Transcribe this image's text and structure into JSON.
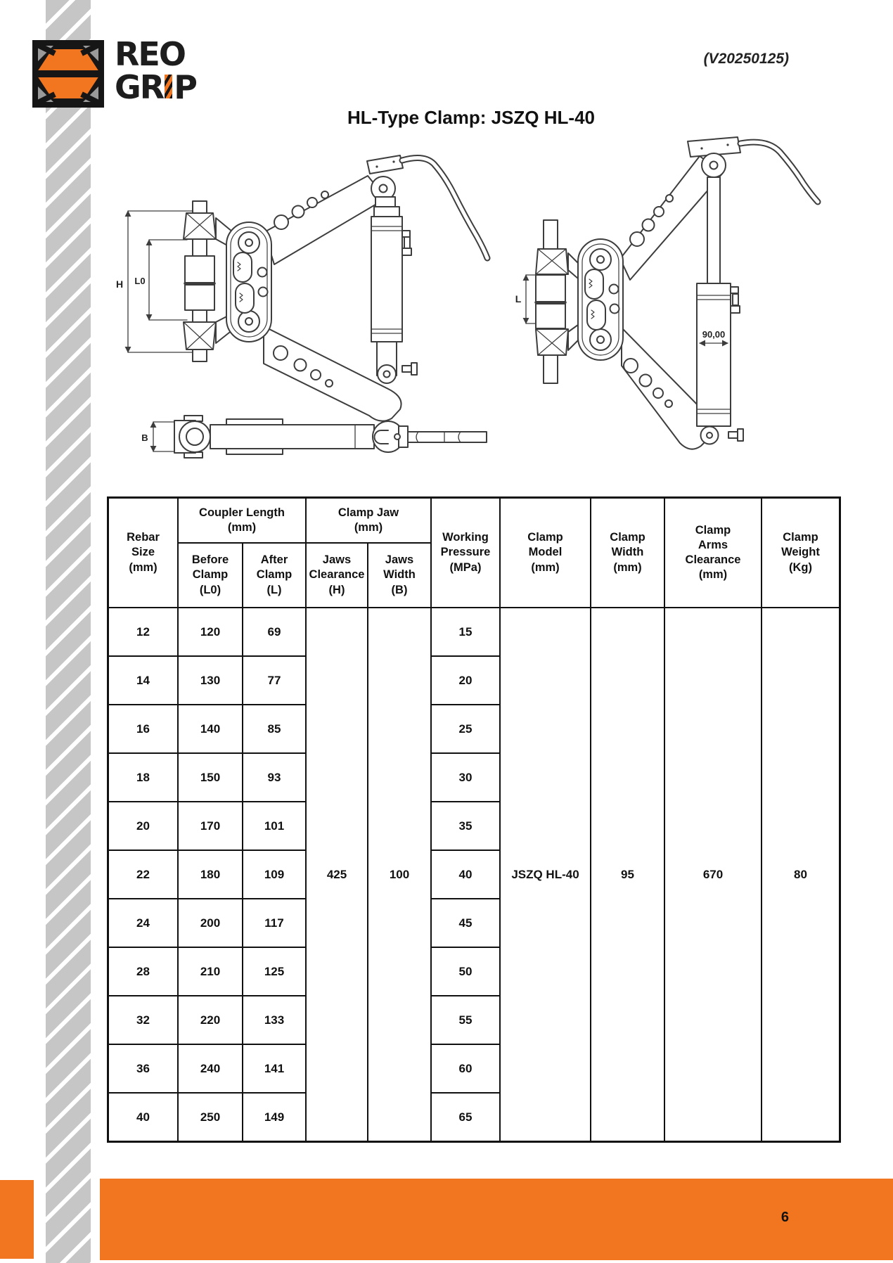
{
  "page": {
    "version": "(V20250125)",
    "title": "HL-Type Clamp: JSZQ HL-40",
    "page_number": "6"
  },
  "logo": {
    "line1": "REO",
    "line2_gr": "GR",
    "line2_i": "I",
    "line2_p": "P"
  },
  "colors": {
    "accent_orange": "#F2751F",
    "stripe_gray": "#C6C6C6",
    "table_border": "#111111"
  },
  "diagram": {
    "labels": {
      "height": "H",
      "length_before": "L0",
      "length_after": "L",
      "jaw_width": "B",
      "cylinder_dim": "90,00"
    }
  },
  "table": {
    "headers": {
      "rebar": "Rebar\nSize\n(mm)",
      "coupler_group": "Coupler Length\n(mm)",
      "jaw_group": "Clamp Jaw\n(mm)",
      "before": "Before\nClamp\n(L0)",
      "after": "After\nClamp\n(L)",
      "clearance": "Jaws\nClearance\n(H)",
      "width": "Jaws\nWidth\n(B)",
      "pressure": "Working\nPressure\n(MPa)",
      "model": "Clamp\nModel\n(mm)",
      "clamp_width": "Clamp\nWidth\n(mm)",
      "arms": "Clamp\nArms\nClearance\n(mm)",
      "weight": "Clamp\nWeight\n(Kg)"
    },
    "rows": [
      {
        "rebar": "12",
        "before": "120",
        "after": "69",
        "pressure": "15"
      },
      {
        "rebar": "14",
        "before": "130",
        "after": "77",
        "pressure": "20"
      },
      {
        "rebar": "16",
        "before": "140",
        "after": "85",
        "pressure": "25"
      },
      {
        "rebar": "18",
        "before": "150",
        "after": "93",
        "pressure": "30"
      },
      {
        "rebar": "20",
        "before": "170",
        "after": "101",
        "pressure": "35"
      },
      {
        "rebar": "22",
        "before": "180",
        "after": "109",
        "pressure": "40"
      },
      {
        "rebar": "24",
        "before": "200",
        "after": "117",
        "pressure": "45"
      },
      {
        "rebar": "28",
        "before": "210",
        "after": "125",
        "pressure": "50"
      },
      {
        "rebar": "32",
        "before": "220",
        "after": "133",
        "pressure": "55"
      },
      {
        "rebar": "36",
        "before": "240",
        "after": "141",
        "pressure": "60"
      },
      {
        "rebar": "40",
        "before": "250",
        "after": "149",
        "pressure": "65"
      }
    ],
    "merged": {
      "clearance": "425",
      "width": "100",
      "model": "JSZQ HL-40",
      "clamp_width": "95",
      "arms": "670",
      "weight": "80"
    }
  }
}
